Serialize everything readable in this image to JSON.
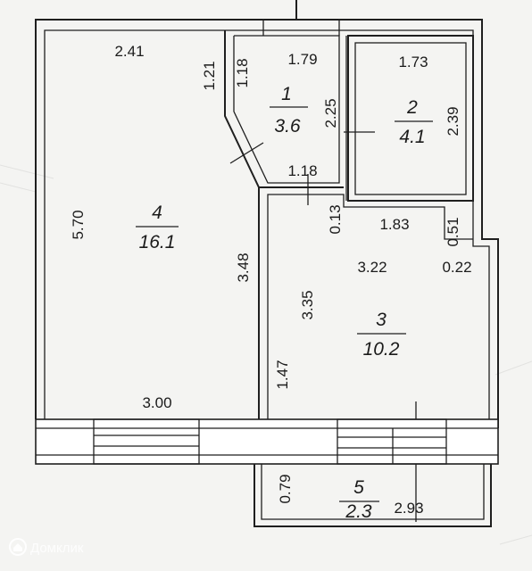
{
  "rooms": [
    {
      "id": "1",
      "number": "1",
      "area": "3.6"
    },
    {
      "id": "2",
      "number": "2",
      "area": "4.1"
    },
    {
      "id": "3",
      "number": "3",
      "area": "10.2"
    },
    {
      "id": "4",
      "number": "4",
      "area": "16.1"
    },
    {
      "id": "5",
      "number": "5",
      "area": "2.3"
    }
  ],
  "dimensions": {
    "room4_width": "2.41",
    "room4_height": "5.70",
    "room4_bottom": "3.00",
    "room4_partition": "3.48",
    "corridor_left": "1.21",
    "room1_left": "1.18",
    "room1_top": "1.79",
    "room1_right": "2.25",
    "room1_bottom": "1.18",
    "room2_top": "1.73",
    "room2_right": "2.39",
    "wall_013": "0.13",
    "room3_top": "1.83",
    "room3_wide": "3.22",
    "step_051": "0.51",
    "step_022": "0.22",
    "room3_height": "3.35",
    "room3_lower": "1.47",
    "balcony_height": "0.79",
    "balcony_width": "2.93"
  },
  "watermark": {
    "text": "Домклик"
  }
}
